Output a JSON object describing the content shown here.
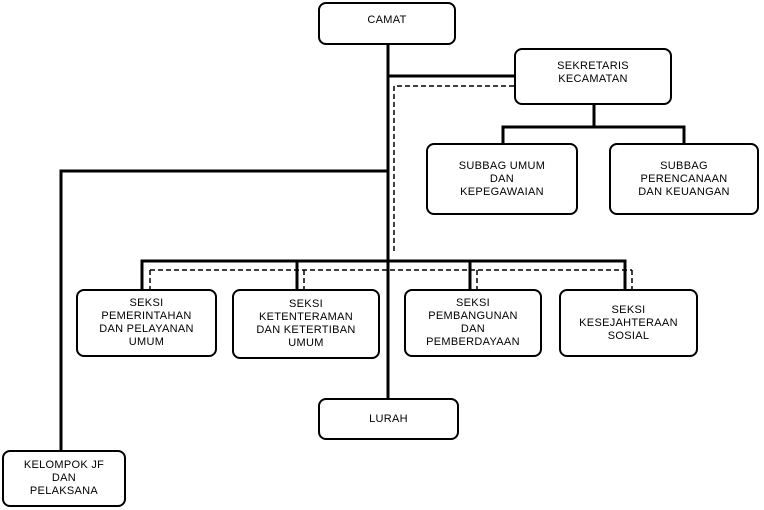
{
  "camat": [
    "CAMAT"
  ],
  "sekretaris": [
    "SEKRETARIS",
    "KECAMATAN"
  ],
  "subbag_umum": [
    "SUBBAG UMUM",
    "DAN",
    "KEPEGAWAIAN"
  ],
  "subbag_perencanaan": [
    "SUBBAG",
    "PERENCANAAN",
    "DAN KEUANGAN"
  ],
  "seksi_pemerintahan": [
    "SEKSI",
    "PEMERINTAHAN",
    "DAN PELAYANAN",
    "UMUM"
  ],
  "seksi_ketenteraman": [
    "SEKSI",
    "KETENTERAMAN",
    "DAN KETERTIBAN",
    "UMUM"
  ],
  "seksi_pembangunan": [
    "SEKSI",
    "PEMBANGUNAN",
    "DAN",
    "PEMBERDAYAAN"
  ],
  "seksi_kesejahteraan": [
    "SEKSI",
    "KESEJAHTERAAN",
    "SOSIAL"
  ],
  "lurah": [
    "LURAH"
  ],
  "kelompok_jf": [
    "KELOMPOK JF",
    "DAN",
    "PELAKSANA"
  ]
}
